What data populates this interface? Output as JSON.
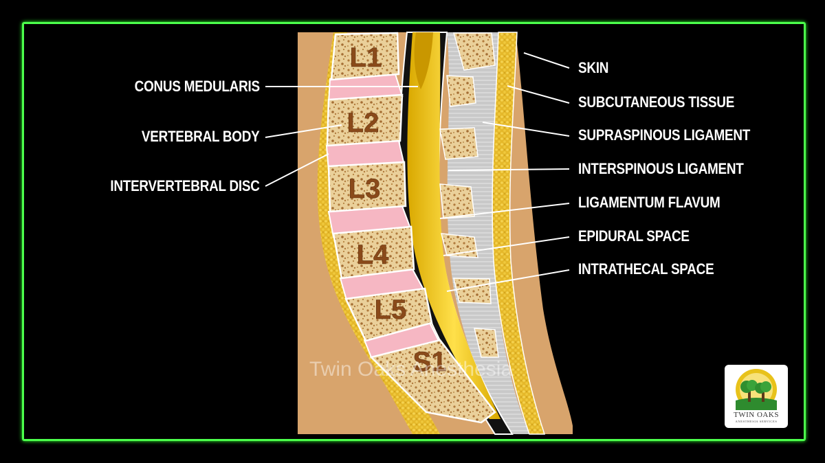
{
  "labels_left": [
    {
      "id": "conus",
      "text": "CONUS MEDULARIS"
    },
    {
      "id": "vbody",
      "text": "VERTEBRAL BODY"
    },
    {
      "id": "disc",
      "text": "INTERVERTEBRAL DISC"
    }
  ],
  "labels_right": [
    {
      "id": "skin",
      "text": "SKIN"
    },
    {
      "id": "subq",
      "text": "SUBCUTANEOUS TISSUE"
    },
    {
      "id": "supra",
      "text": "SUPRASPINOUS LIGAMENT"
    },
    {
      "id": "inter",
      "text": "INTERSPINOUS LIGAMENT"
    },
    {
      "id": "flavum",
      "text": "LIGAMENTUM FLAVUM"
    },
    {
      "id": "epidural",
      "text": "EPIDURAL SPACE"
    },
    {
      "id": "intrathecal",
      "text": "INTRATHECAL SPACE"
    }
  ],
  "vertebrae": [
    "L1",
    "L2",
    "L3",
    "L4",
    "L5",
    "S1"
  ],
  "watermark": "Twin Oaks Anesthesia",
  "logo": {
    "title": "TWIN OAKS",
    "subtitle": "ANESTHESIA SERVICES"
  },
  "colors": {
    "frame": "#4cff4c",
    "bone": "#e9c98f",
    "bone_label": "#8a4a1a",
    "disc": "#f6b7c3",
    "cord": "#f0c400",
    "tissue": "#d9a66b",
    "ligament": "#c7c7c7",
    "fat": "#e0b72c"
  }
}
